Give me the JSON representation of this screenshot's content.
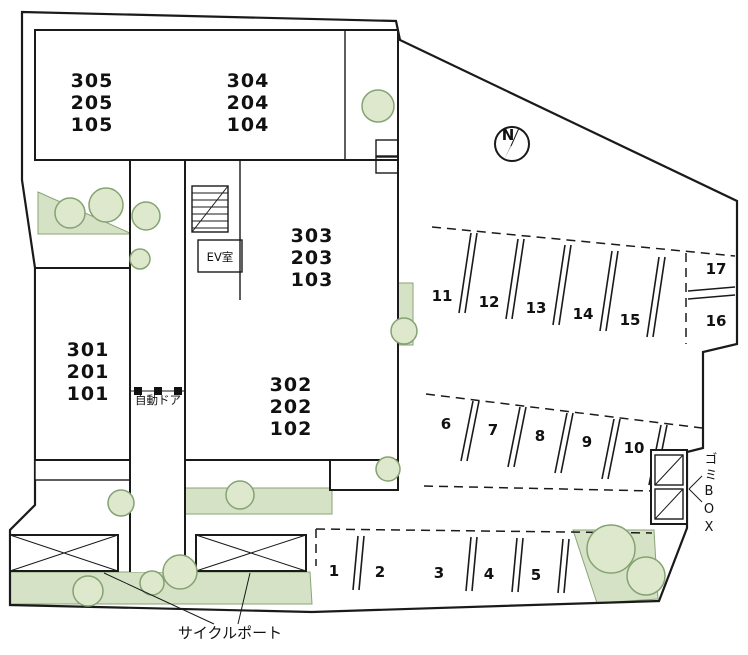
{
  "plan": {
    "north_label": "N",
    "building": {
      "room_stacks": [
        {
          "lines": [
            "305",
            "205",
            "105"
          ]
        },
        {
          "lines": [
            "304",
            "204",
            "104"
          ]
        },
        {
          "lines": [
            "303",
            "203",
            "103"
          ]
        },
        {
          "lines": [
            "301",
            "201",
            "101"
          ]
        },
        {
          "lines": [
            "302",
            "202",
            "102"
          ]
        }
      ],
      "elevator_room_label": "EV室",
      "auto_door_label": "自動ドア"
    },
    "parking": {
      "north_row": [
        "11",
        "12",
        "13",
        "14",
        "15"
      ],
      "east_column": [
        "17",
        "16"
      ],
      "middle_row": [
        "6",
        "7",
        "8",
        "9",
        "10"
      ],
      "south_row": [
        "1",
        "2",
        "3",
        "4",
        "5"
      ]
    },
    "labels": {
      "cycle_port": "サイクルポート",
      "garbage_box": "ゴミBOX"
    },
    "colors": {
      "line": "#1a1a1a",
      "planting_fill": "#d5e2c6",
      "tree_fill": "#dde8cd",
      "tree_stroke": "#85a272"
    }
  }
}
